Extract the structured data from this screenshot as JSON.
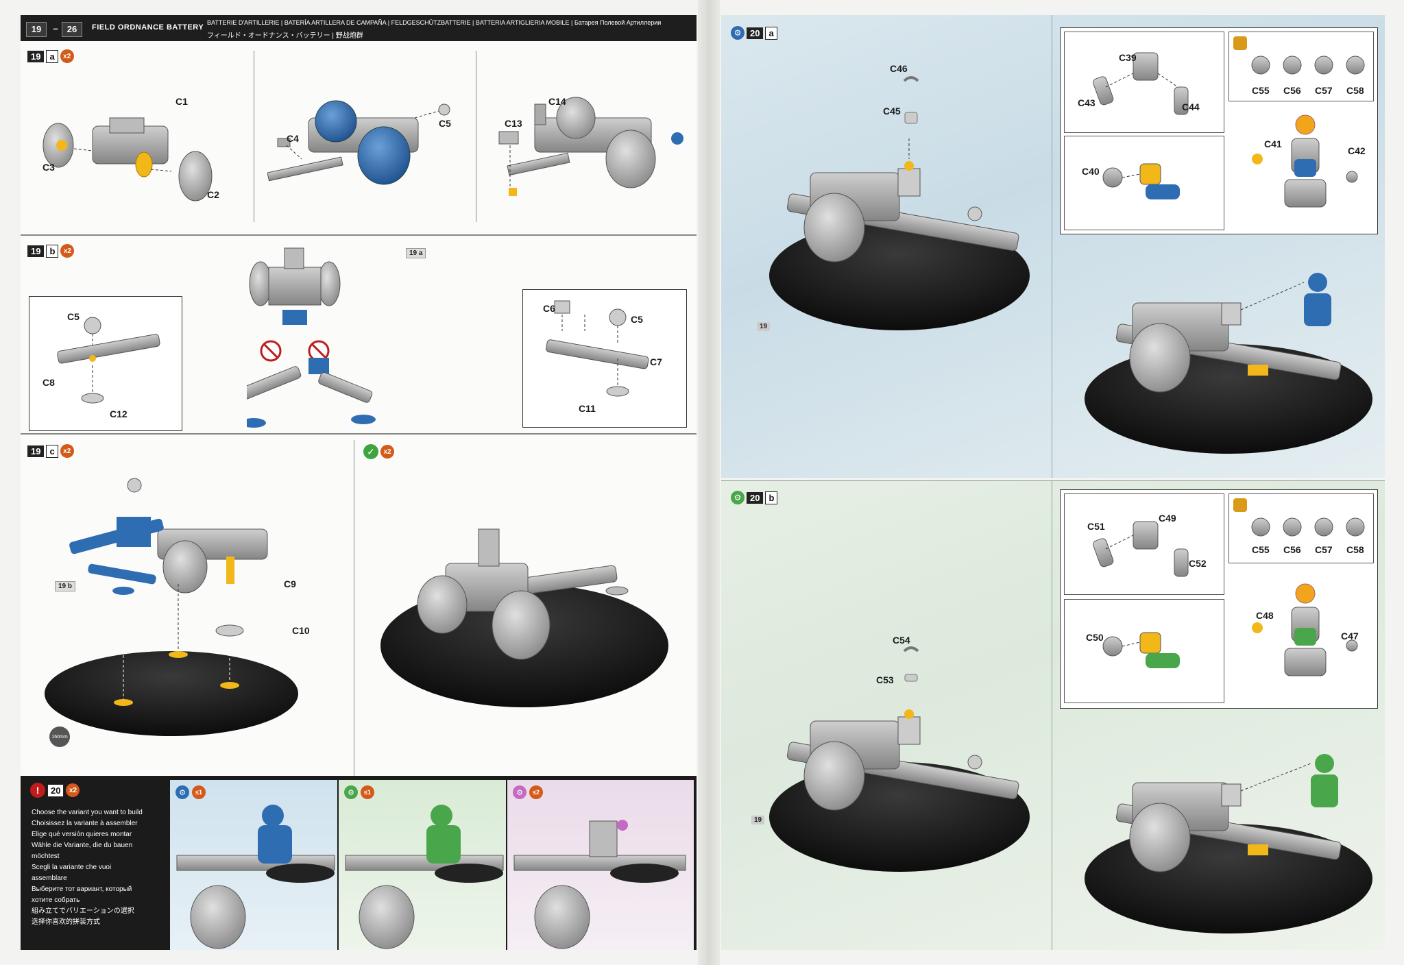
{
  "colors": {
    "blue": "#2f6db3",
    "green": "#4aa64a",
    "pink": "#c56ac2",
    "orange": "#d35a1a",
    "yellow": "#f2b81a",
    "dark": "#1e1e1e"
  },
  "header": {
    "page_start": "19",
    "page_sep": "–",
    "page_end": "26",
    "title": "FIELD ORDNANCE BATTERY",
    "subtitle_line1": "BATTERIE D'ARTILLERIE | BATERÍA ARTILLERA DE CAMPAÑA | FELDGESCHÜTZBATTERIE | BATTERIA ARTIGLIERIA MOBILE | Батарея Полевой Артиллерии",
    "subtitle_line2": "フィールド・オードナンス・バッテリー | 野战炮群"
  },
  "step19a": {
    "num": "19",
    "sub": "a",
    "mult": "x2",
    "labels": {
      "c1": "C1",
      "c2": "C2",
      "c3": "C3",
      "c4": "C4",
      "c5": "C5",
      "c13": "C13",
      "c14": "C14"
    }
  },
  "step19b": {
    "num": "19",
    "sub": "b",
    "mult": "x2",
    "ref_num": "19",
    "ref_sub": "a",
    "labels": {
      "left_c5": "C5",
      "c8": "C8",
      "c12": "C12",
      "c6": "C6",
      "right_c5": "C5",
      "c7": "C7",
      "c11": "C11"
    }
  },
  "step19c": {
    "num": "19",
    "sub": "c",
    "mult": "x2",
    "ref_num": "19",
    "ref_sub": "b",
    "labels": {
      "c9": "C9",
      "c10": "C10"
    },
    "base_size": "160mm"
  },
  "step19done": {
    "mult": "x2"
  },
  "step20": {
    "num": "20",
    "mult": "x2",
    "instructions": [
      "Choose the variant you want to build",
      "Choisissez la variante à assembler",
      "Elige qué versión quieres montar",
      "Wähle die Variante, die du bauen möchtest",
      "Scegli la variante che vuoi assemblare",
      "Выберите тот вариант, который хотите собрать",
      "組み立てでバリエーションの選択",
      "选择你喜欢的拼装方式"
    ],
    "variants": [
      {
        "limit": "≤1"
      },
      {
        "limit": "≤1"
      },
      {
        "limit": "≤2"
      }
    ]
  },
  "step20a": {
    "num": "20",
    "sub": "a",
    "base_ref": "19",
    "labels": {
      "c46": "C46",
      "c45": "C45",
      "c39": "C39",
      "c43": "C43",
      "c44": "C44",
      "c40": "C40",
      "c41": "C41",
      "c42": "C42"
    },
    "heads": [
      "C55",
      "C56",
      "C57",
      "C58"
    ]
  },
  "step20b": {
    "num": "20",
    "sub": "b",
    "base_ref": "19",
    "labels": {
      "c54": "C54",
      "c53": "C53",
      "c51": "C51",
      "c49": "C49",
      "c52": "C52",
      "c50": "C50",
      "c48": "C48",
      "c47": "C47"
    },
    "heads": [
      "C55",
      "C56",
      "C57",
      "C58"
    ]
  }
}
